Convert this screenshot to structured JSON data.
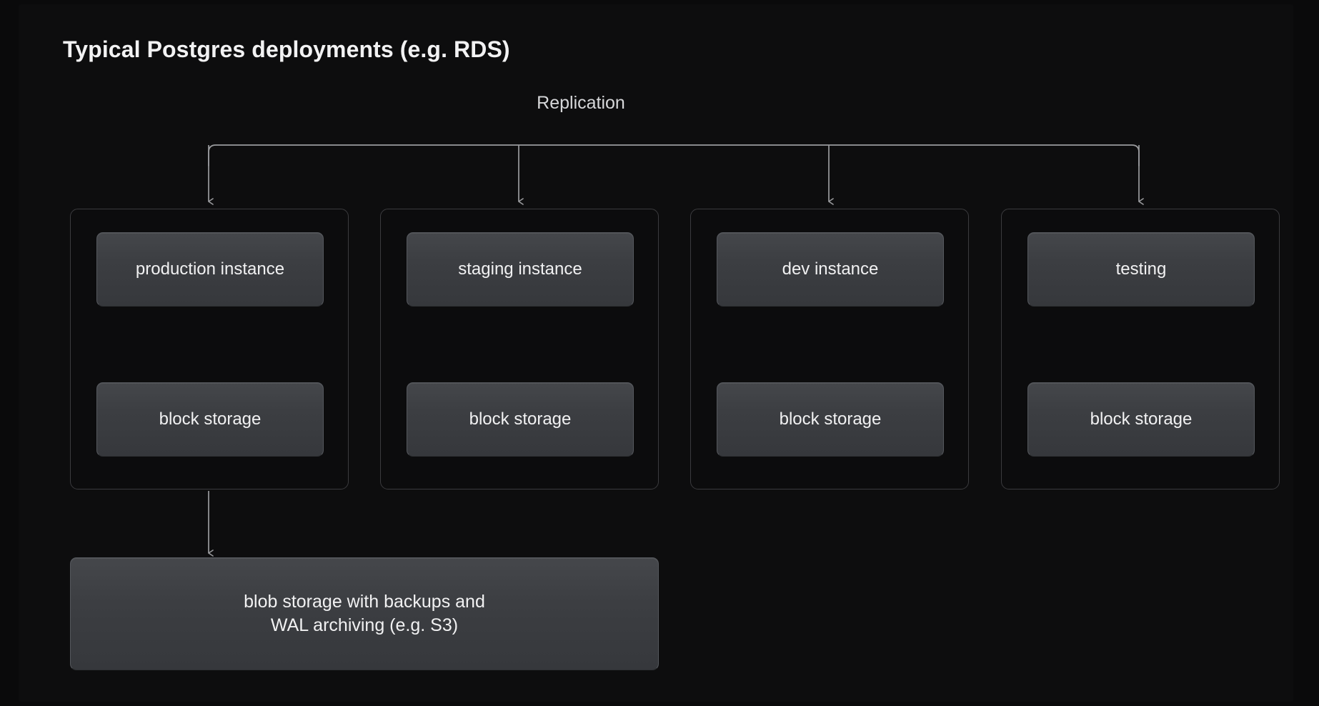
{
  "page": {
    "title": "Typical Postgres deployments (e.g. RDS)"
  },
  "diagram": {
    "replication_label": "Replication",
    "groups": [
      {
        "instance_label": "production instance",
        "storage_label": "block storage"
      },
      {
        "instance_label": "staging instance",
        "storage_label": "block storage"
      },
      {
        "instance_label": "dev instance",
        "storage_label": "block storage"
      },
      {
        "instance_label": "testing",
        "storage_label": "block storage"
      }
    ],
    "blob_storage": {
      "line1": "blob storage with backups and",
      "line2": "WAL archiving (e.g. S3)"
    },
    "colors": {
      "page_background": "#121214",
      "card_background": "#0d0d0e",
      "group_border": "#3b3b3e",
      "node_fill": "#3c3e42",
      "node_border": "#55585d",
      "text": "#f1f1f2",
      "connector": "#9a9b9e"
    }
  }
}
